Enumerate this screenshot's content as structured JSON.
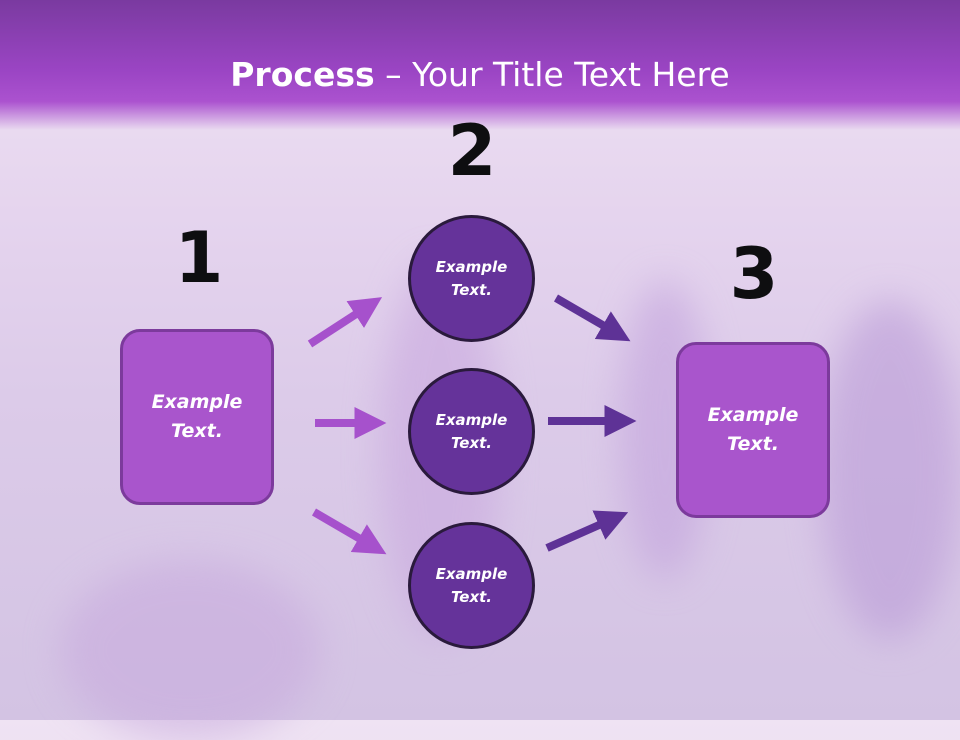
{
  "slide": {
    "title_bold": "Process",
    "title_rest": " – Your Title Text Here"
  },
  "steps": [
    {
      "number": "1",
      "label": "Example\nText."
    },
    {
      "number": "2",
      "items": [
        "Example\nText.",
        "Example\nText.",
        "Example\nText."
      ]
    },
    {
      "number": "3",
      "label": "Example\nText."
    }
  ],
  "colors": {
    "header": "#9b45c4",
    "box_fill": "#a955cc",
    "circle_fill": "#65339a",
    "arrow_light": "#a651cc",
    "arrow_dark": "#5e3296"
  }
}
